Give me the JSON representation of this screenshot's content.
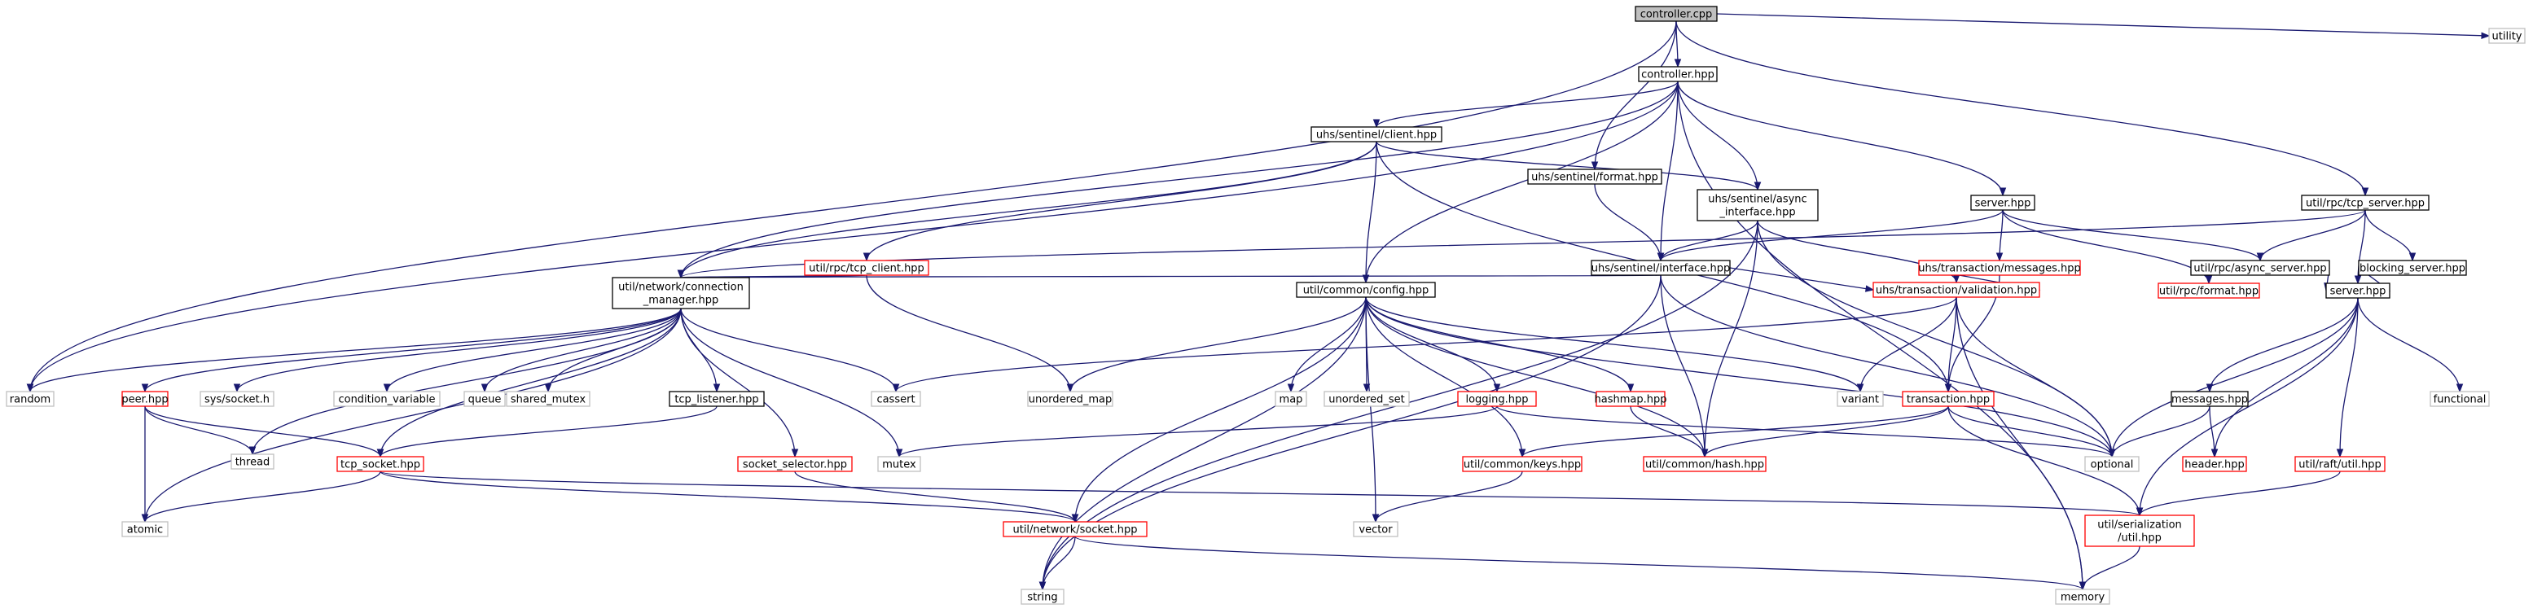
{
  "title": "controller.cpp include dependency graph",
  "colors": {
    "edge": "#191970",
    "root_fill": "#bfbfbf",
    "documented_border": "#000000",
    "undocumented_border": "#ff0000",
    "system_border": "#bfbfbf",
    "node_fill": "#ffffff"
  },
  "nodes": [
    {
      "id": "controller_cpp",
      "kind": "root",
      "lines": [
        "controller.cpp"
      ]
    },
    {
      "id": "utility",
      "kind": "system",
      "lines": [
        "utility"
      ]
    },
    {
      "id": "controller_hpp",
      "kind": "documented",
      "lines": [
        "controller.hpp"
      ]
    },
    {
      "id": "client_hpp",
      "kind": "documented",
      "lines": [
        "uhs/sentinel/client.hpp"
      ]
    },
    {
      "id": "format_hpp",
      "kind": "documented",
      "lines": [
        "uhs/sentinel/format.hpp"
      ]
    },
    {
      "id": "async_interface",
      "kind": "documented",
      "lines": [
        "uhs/sentinel/async",
        "_interface.hpp"
      ]
    },
    {
      "id": "server_hpp1",
      "kind": "documented",
      "lines": [
        "server.hpp"
      ]
    },
    {
      "id": "tcp_server_hpp",
      "kind": "documented",
      "lines": [
        "util/rpc/tcp_server.hpp"
      ]
    },
    {
      "id": "tcp_client_hpp",
      "kind": "undocumented",
      "lines": [
        "util/rpc/tcp_client.hpp"
      ]
    },
    {
      "id": "interface_hpp",
      "kind": "documented",
      "lines": [
        "uhs/sentinel/interface.hpp"
      ]
    },
    {
      "id": "messages_hpp1",
      "kind": "undocumented",
      "lines": [
        "uhs/transaction/messages.hpp"
      ]
    },
    {
      "id": "async_server_hpp",
      "kind": "documented",
      "lines": [
        "util/rpc/async_server.hpp"
      ]
    },
    {
      "id": "blocking_server",
      "kind": "documented",
      "lines": [
        "blocking_server.hpp"
      ]
    },
    {
      "id": "conn_manager",
      "kind": "documented",
      "lines": [
        "util/network/connection",
        "_manager.hpp"
      ]
    },
    {
      "id": "config_hpp",
      "kind": "documented",
      "lines": [
        "util/common/config.hpp"
      ]
    },
    {
      "id": "validation_hpp",
      "kind": "undocumented",
      "lines": [
        "uhs/transaction/validation.hpp"
      ]
    },
    {
      "id": "rpc_format_hpp",
      "kind": "undocumented",
      "lines": [
        "util/rpc/format.hpp"
      ]
    },
    {
      "id": "server_hpp2",
      "kind": "documented",
      "lines": [
        "server.hpp"
      ]
    },
    {
      "id": "random",
      "kind": "system",
      "lines": [
        "random"
      ]
    },
    {
      "id": "peer_hpp",
      "kind": "undocumented",
      "lines": [
        "peer.hpp"
      ]
    },
    {
      "id": "sys_socket",
      "kind": "system",
      "lines": [
        "sys/socket.h"
      ]
    },
    {
      "id": "condition_variable",
      "kind": "system",
      "lines": [
        "condition_variable"
      ]
    },
    {
      "id": "queue",
      "kind": "system",
      "lines": [
        "queue"
      ]
    },
    {
      "id": "shared_mutex",
      "kind": "system",
      "lines": [
        "shared_mutex"
      ]
    },
    {
      "id": "tcp_listener",
      "kind": "documented",
      "lines": [
        "tcp_listener.hpp"
      ]
    },
    {
      "id": "cassert",
      "kind": "system",
      "lines": [
        "cassert"
      ]
    },
    {
      "id": "unordered_map",
      "kind": "system",
      "lines": [
        "unordered_map"
      ]
    },
    {
      "id": "map",
      "kind": "system",
      "lines": [
        "map"
      ]
    },
    {
      "id": "unordered_set",
      "kind": "system",
      "lines": [
        "unordered_set"
      ]
    },
    {
      "id": "logging_hpp",
      "kind": "undocumented",
      "lines": [
        "logging.hpp"
      ]
    },
    {
      "id": "hashmap_hpp",
      "kind": "undocumented",
      "lines": [
        "hashmap.hpp"
      ]
    },
    {
      "id": "variant",
      "kind": "system",
      "lines": [
        "variant"
      ]
    },
    {
      "id": "transaction_hpp",
      "kind": "undocumented",
      "lines": [
        "transaction.hpp"
      ]
    },
    {
      "id": "messages_hpp2",
      "kind": "documented",
      "lines": [
        "messages.hpp"
      ]
    },
    {
      "id": "functional",
      "kind": "system",
      "lines": [
        "functional"
      ]
    },
    {
      "id": "thread",
      "kind": "system",
      "lines": [
        "thread"
      ]
    },
    {
      "id": "tcp_socket",
      "kind": "undocumented",
      "lines": [
        "tcp_socket.hpp"
      ]
    },
    {
      "id": "socket_selector",
      "kind": "undocumented",
      "lines": [
        "socket_selector.hpp"
      ]
    },
    {
      "id": "mutex",
      "kind": "system",
      "lines": [
        "mutex"
      ]
    },
    {
      "id": "keys_hpp",
      "kind": "undocumented",
      "lines": [
        "util/common/keys.hpp"
      ]
    },
    {
      "id": "hash_hpp",
      "kind": "undocumented",
      "lines": [
        "util/common/hash.hpp"
      ]
    },
    {
      "id": "optional",
      "kind": "system",
      "lines": [
        "optional"
      ]
    },
    {
      "id": "header_hpp",
      "kind": "undocumented",
      "lines": [
        "header.hpp"
      ]
    },
    {
      "id": "raft_util",
      "kind": "undocumented",
      "lines": [
        "util/raft/util.hpp"
      ]
    },
    {
      "id": "atomic",
      "kind": "system",
      "lines": [
        "atomic"
      ]
    },
    {
      "id": "net_socket",
      "kind": "undocumented",
      "lines": [
        "util/network/socket.hpp"
      ]
    },
    {
      "id": "vector",
      "kind": "system",
      "lines": [
        "vector"
      ]
    },
    {
      "id": "serialization_util",
      "kind": "undocumented",
      "lines": [
        "util/serialization",
        "/util.hpp"
      ]
    },
    {
      "id": "string",
      "kind": "system",
      "lines": [
        "string"
      ]
    },
    {
      "id": "memory",
      "kind": "system",
      "lines": [
        "memory"
      ]
    }
  ],
  "edges": [
    [
      "controller_cpp",
      "controller_hpp"
    ],
    [
      "controller_cpp",
      "random"
    ],
    [
      "controller_cpp",
      "utility"
    ],
    [
      "controller_cpp",
      "format_hpp"
    ],
    [
      "controller_cpp",
      "tcp_server_hpp"
    ],
    [
      "controller_hpp",
      "client_hpp"
    ],
    [
      "controller_hpp",
      "async_interface"
    ],
    [
      "controller_hpp",
      "interface_hpp"
    ],
    [
      "controller_hpp",
      "server_hpp1"
    ],
    [
      "controller_hpp",
      "conn_manager"
    ],
    [
      "controller_hpp",
      "config_hpp"
    ],
    [
      "controller_hpp",
      "random"
    ],
    [
      "controller_hpp",
      "memory"
    ],
    [
      "client_hpp",
      "async_interface"
    ],
    [
      "client_hpp",
      "tcp_client_hpp"
    ],
    [
      "client_hpp",
      "conn_manager"
    ],
    [
      "client_hpp",
      "config_hpp"
    ],
    [
      "client_hpp",
      "transaction_hpp"
    ],
    [
      "format_hpp",
      "interface_hpp"
    ],
    [
      "async_interface",
      "interface_hpp"
    ],
    [
      "async_interface",
      "validation_hpp"
    ],
    [
      "async_interface",
      "hash_hpp"
    ],
    [
      "async_interface",
      "optional"
    ],
    [
      "async_interface",
      "string"
    ],
    [
      "server_hpp1",
      "interface_hpp"
    ],
    [
      "server_hpp1",
      "messages_hpp1"
    ],
    [
      "server_hpp1",
      "async_server_hpp"
    ],
    [
      "server_hpp1",
      "rpc_format_hpp"
    ],
    [
      "tcp_server_hpp",
      "async_server_hpp"
    ],
    [
      "tcp_server_hpp",
      "blocking_server"
    ],
    [
      "tcp_server_hpp",
      "server_hpp2"
    ],
    [
      "tcp_server_hpp",
      "conn_manager"
    ],
    [
      "tcp_client_hpp",
      "conn_manager"
    ],
    [
      "tcp_client_hpp",
      "unordered_map"
    ],
    [
      "interface_hpp",
      "conn_manager"
    ],
    [
      "interface_hpp",
      "validation_hpp"
    ],
    [
      "interface_hpp",
      "hash_hpp"
    ],
    [
      "interface_hpp",
      "optional"
    ],
    [
      "interface_hpp",
      "string"
    ],
    [
      "messages_hpp1",
      "validation_hpp"
    ],
    [
      "messages_hpp1",
      "transaction_hpp"
    ],
    [
      "async_server_hpp",
      "server_hpp2"
    ],
    [
      "blocking_server",
      "server_hpp2"
    ],
    [
      "conn_manager",
      "random"
    ],
    [
      "conn_manager",
      "peer_hpp"
    ],
    [
      "conn_manager",
      "sys_socket"
    ],
    [
      "conn_manager",
      "condition_variable"
    ],
    [
      "conn_manager",
      "queue"
    ],
    [
      "conn_manager",
      "shared_mutex"
    ],
    [
      "conn_manager",
      "tcp_listener"
    ],
    [
      "conn_manager",
      "cassert"
    ],
    [
      "conn_manager",
      "thread"
    ],
    [
      "conn_manager",
      "atomic"
    ],
    [
      "conn_manager",
      "tcp_socket"
    ],
    [
      "conn_manager",
      "socket_selector"
    ],
    [
      "conn_manager",
      "mutex"
    ],
    [
      "config_hpp",
      "unordered_map"
    ],
    [
      "config_hpp",
      "map"
    ],
    [
      "config_hpp",
      "unordered_set"
    ],
    [
      "config_hpp",
      "logging_hpp"
    ],
    [
      "config_hpp",
      "hashmap_hpp"
    ],
    [
      "config_hpp",
      "variant"
    ],
    [
      "config_hpp",
      "optional"
    ],
    [
      "config_hpp",
      "keys_hpp"
    ],
    [
      "config_hpp",
      "hash_hpp"
    ],
    [
      "config_hpp",
      "net_socket"
    ],
    [
      "config_hpp",
      "vector"
    ],
    [
      "config_hpp",
      "string"
    ],
    [
      "validation_hpp",
      "cassert"
    ],
    [
      "validation_hpp",
      "variant"
    ],
    [
      "validation_hpp",
      "transaction_hpp"
    ],
    [
      "validation_hpp",
      "optional"
    ],
    [
      "validation_hpp",
      "memory"
    ],
    [
      "server_hpp2",
      "messages_hpp2"
    ],
    [
      "server_hpp2",
      "functional"
    ],
    [
      "server_hpp2",
      "optional"
    ],
    [
      "server_hpp2",
      "header_hpp"
    ],
    [
      "server_hpp2",
      "raft_util"
    ],
    [
      "server_hpp2",
      "serialization_util"
    ],
    [
      "peer_hpp",
      "thread"
    ],
    [
      "peer_hpp",
      "atomic"
    ],
    [
      "peer_hpp",
      "tcp_socket"
    ],
    [
      "tcp_listener",
      "tcp_socket"
    ],
    [
      "logging_hpp",
      "mutex"
    ],
    [
      "logging_hpp",
      "optional"
    ],
    [
      "hashmap_hpp",
      "hash_hpp"
    ],
    [
      "transaction_hpp",
      "keys_hpp"
    ],
    [
      "transaction_hpp",
      "hash_hpp"
    ],
    [
      "transaction_hpp",
      "optional"
    ],
    [
      "transaction_hpp",
      "serialization_util"
    ],
    [
      "messages_hpp2",
      "header_hpp"
    ],
    [
      "messages_hpp2",
      "optional"
    ],
    [
      "tcp_socket",
      "atomic"
    ],
    [
      "tcp_socket",
      "net_socket"
    ],
    [
      "tcp_socket",
      "serialization_util"
    ],
    [
      "socket_selector",
      "net_socket"
    ],
    [
      "keys_hpp",
      "vector"
    ],
    [
      "raft_util",
      "serialization_util"
    ],
    [
      "net_socket",
      "string"
    ],
    [
      "net_socket",
      "memory"
    ],
    [
      "serialization_util",
      "memory"
    ]
  ]
}
